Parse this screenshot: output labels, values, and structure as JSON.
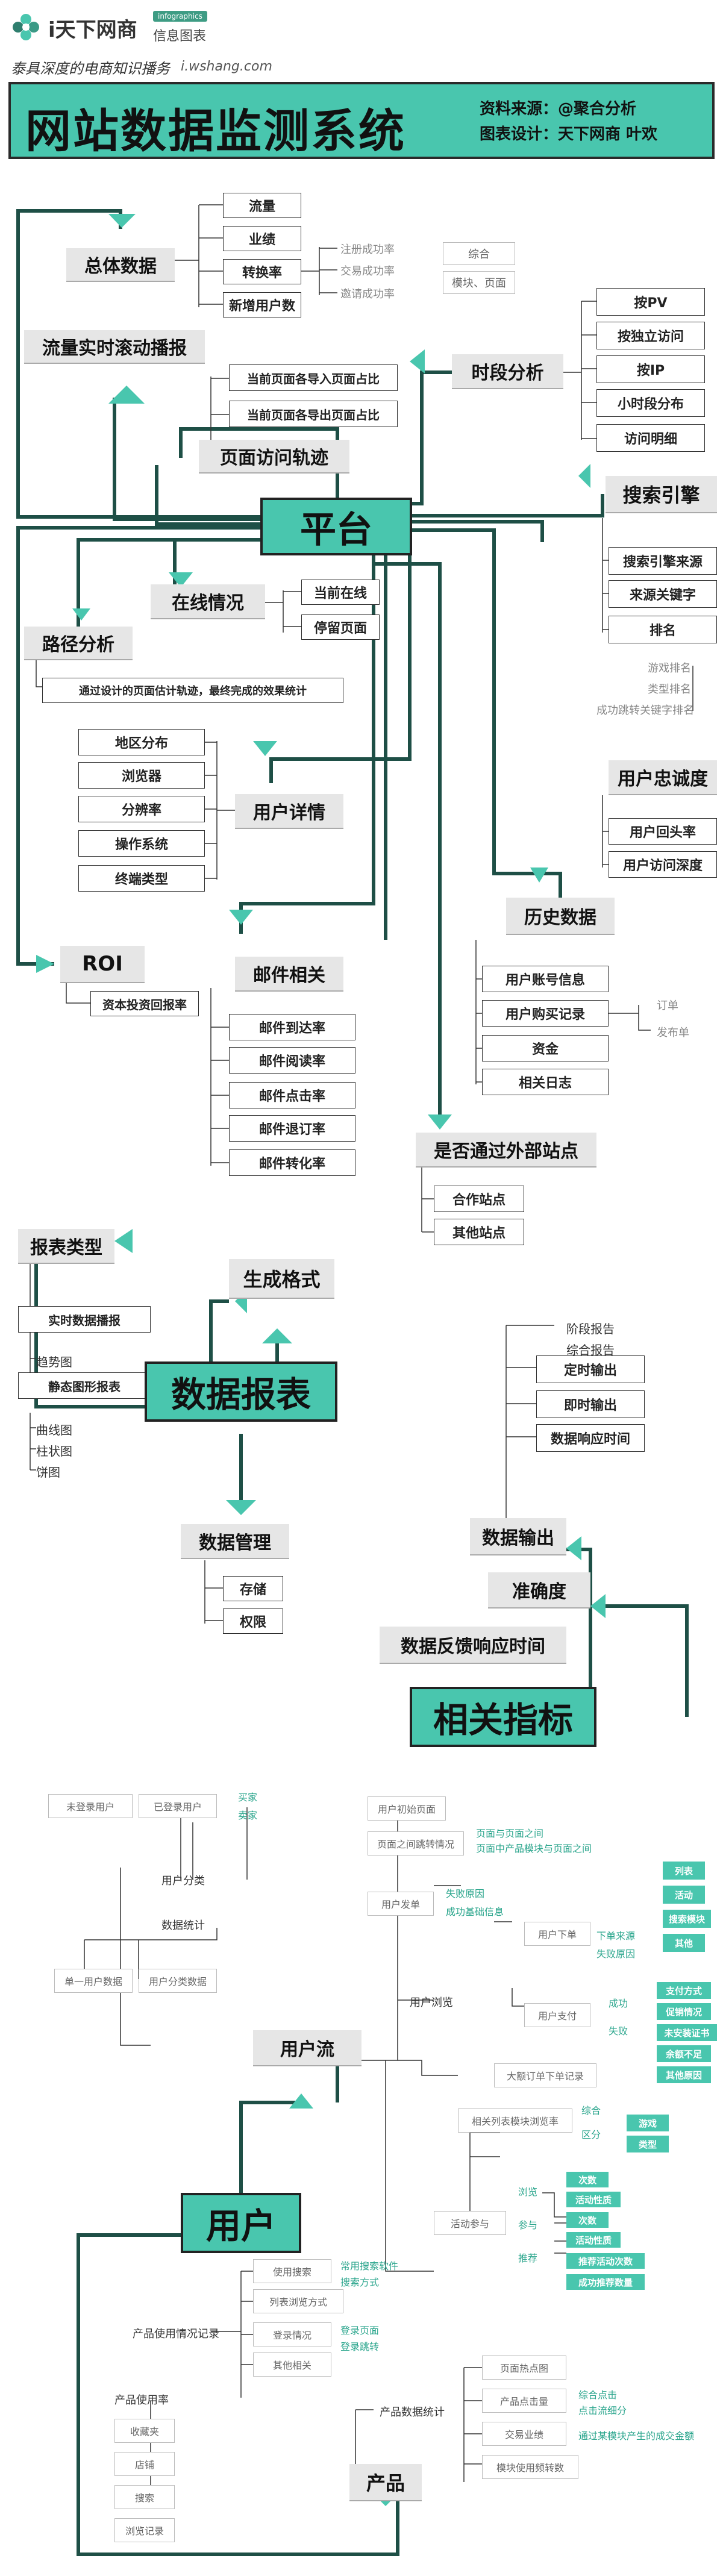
{
  "header": {
    "brand": "i天下网商",
    "badge": "infographics",
    "tag": "信息图表",
    "slogan": "泰具深度的电商知识播务",
    "site": "i.wshang.com"
  },
  "title": {
    "main": "网站数据监测系统",
    "source": "资料来源：@聚合分析",
    "design": "图表设计：天下网商 叶欢"
  },
  "platform": {
    "hub": "平台",
    "overall": "总体数据",
    "overall_items": [
      "流量",
      "业绩",
      "转换率",
      "新增用户数"
    ],
    "conv_items": [
      "注册成功率",
      "交易成功率",
      "邀请成功率"
    ],
    "conv_tags": [
      "综合",
      "模块、页面"
    ],
    "scroll": "流量实时滚动播报",
    "track": "页面访问轨迹",
    "track_items": [
      "当前页面各导入页面占比",
      "当前页面各导出页面占比"
    ],
    "period": "时段分析",
    "period_items": [
      "按PV",
      "按独立访问",
      "按IP",
      "小时段分布",
      "访问明细"
    ],
    "search": "搜索引擎",
    "search_items": [
      "搜索引擎来源",
      "来源关键字",
      "排名"
    ],
    "search_sub": [
      "游戏排名",
      "类型排名",
      "成功跳转关键字排名"
    ],
    "online": "在线情况",
    "online_items": [
      "当前在线",
      "停留页面"
    ],
    "path": "路径分析",
    "path_desc": "通过设计的页面估计轨迹，最终完成的效果统计",
    "loyal": "用户忠诚度",
    "loyal_items": [
      "用户回头率",
      "用户访问深度"
    ],
    "user_detail": "用户详情",
    "detail_items": [
      "地区分布",
      "浏览器",
      "分辨率",
      "操作系统",
      "终端类型"
    ],
    "history": "历史数据",
    "history_items": [
      "用户账号信息",
      "用户购买记录",
      "资金",
      "相关日志"
    ],
    "purchase_sub": [
      "订单",
      "发布单"
    ],
    "roi": "ROI",
    "roi_item": "资本投资回报率",
    "mail": "邮件相关",
    "mail_items": [
      "邮件到达率",
      "邮件阅读率",
      "邮件点击率",
      "邮件退订率",
      "邮件转化率"
    ],
    "external": "是否通过外部站点",
    "external_items": [
      "合作站点",
      "其他站点"
    ]
  },
  "report": {
    "hub": "数据报表",
    "type": "报表类型",
    "realtime": "实时数据播报",
    "trend": "趋势图",
    "static": "静态图形报表",
    "chart_kinds": [
      "曲线图",
      "柱状图",
      "饼图"
    ],
    "format": "生成格式",
    "manage": "数据管理",
    "manage_items": [
      "存储",
      "权限"
    ],
    "output": "数据输出",
    "output_items": [
      "定时输出",
      "即时输出",
      "数据响应时间"
    ],
    "output_sub": [
      "阶段报告",
      "综合报告"
    ],
    "accuracy": "准确度",
    "feedback": "数据反馈响应时间",
    "related": "相关指标"
  },
  "user": {
    "hub": "用户",
    "flow": "用户流",
    "classify": "用户分类",
    "unlogged": "未登录用户",
    "logged": "已登录用户",
    "logged_sub": [
      "买家",
      "卖家"
    ],
    "stats": "数据统计",
    "single": "单一用户数据",
    "group": "用户分类数据",
    "browse": "用户浏览",
    "first_page": "用户初始页面",
    "jump": "页面之间跳转情况",
    "jump_sub": [
      "页面与页面之间",
      "页面中产品模块与页面之间"
    ],
    "leave": "用户发单",
    "leave_sub": [
      "失败原因",
      "成功基础信息"
    ],
    "order": "用户下单",
    "order_sub": [
      "下单来源",
      "失败原因"
    ],
    "order_tags": [
      "列表",
      "活动",
      "搜索模块",
      "其他"
    ],
    "pay": "用户支付",
    "pay_sub": [
      "成功",
      "失败"
    ],
    "pay_tags": [
      "支付方式",
      "促销情况",
      "未安装证书",
      "余额不足",
      "其他原因"
    ],
    "drop": "大额订单下单记录",
    "list": "相关列表模块浏览率",
    "list_sub": [
      "综合",
      "区分"
    ],
    "list_tags": [
      "游戏",
      "类型"
    ],
    "activity": "活动参与",
    "activity_sub": [
      "浏览",
      "参与",
      "推荐"
    ],
    "activity_tags": [
      "次数",
      "活动性质",
      "次数",
      "活动性质",
      "推荐活动次数",
      "成功推荐数量"
    ]
  },
  "product": {
    "hub": "产品",
    "usage_stats": "产品使用情况记录",
    "usage_items": [
      "使用搜索",
      "列表浏览方式",
      "登录情况",
      "其他相关"
    ],
    "search_sub": [
      "常用搜索软件",
      "搜索方式"
    ],
    "login_sub": [
      "登录页面",
      "登录跳转"
    ],
    "usage_rate": "产品使用率",
    "rate_items": [
      "收藏夹",
      "店铺",
      "搜索",
      "浏览记录"
    ],
    "data_stats": "产品数据统计",
    "data_items": [
      "页面热点图",
      "产品点击量",
      "交易业绩",
      "模块使用频转数"
    ],
    "click_sub": [
      "综合点击",
      "点击流细分"
    ],
    "deal_sub": "通过某模块产生的成交金额"
  },
  "colors": {
    "accent": "#49c6ae",
    "line": "#1e4f46"
  }
}
